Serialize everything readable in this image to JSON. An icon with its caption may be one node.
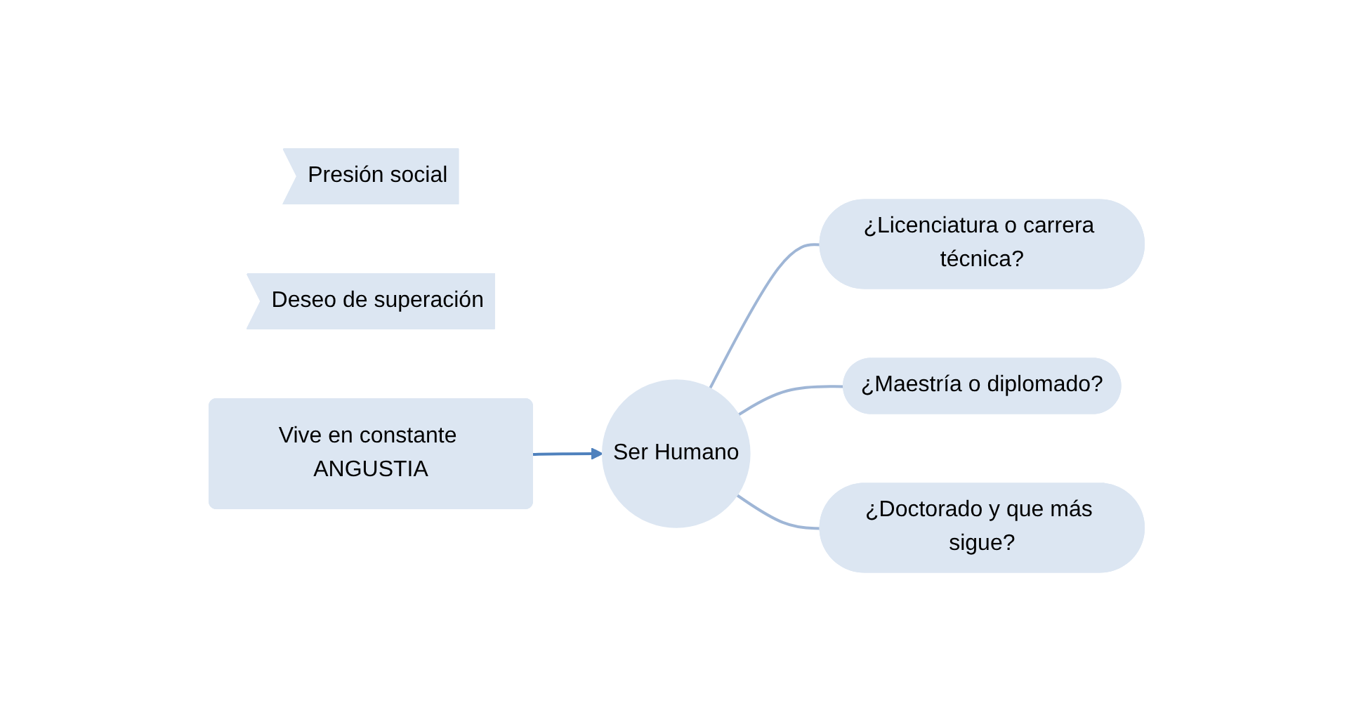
{
  "diagram": {
    "nodes": [
      {
        "text": [
          "Presión social"
        ]
      },
      {
        "text": [
          "Deseo de superación"
        ]
      },
      {
        "text": [
          "Ser Humano"
        ]
      },
      {
        "text": [
          "¿Licenciatura o carrera técnica?"
        ]
      },
      {
        "text": [
          "¿Maestría o diplomado?"
        ]
      },
      {
        "text": [
          "¿Doctorado y que más sigue?"
        ]
      },
      {
        "text": [
          "Vive en constante ANGUSTIA"
        ]
      }
    ],
    "edges": [
      {
        "from": 2,
        "to": 3,
        "arrow": "none"
      },
      {
        "from": 2,
        "to": 4,
        "arrow": "none"
      },
      {
        "from": 2,
        "to": 5,
        "arrow": "none"
      },
      {
        "from": 6,
        "to": 2,
        "arrow": "to",
        "color": "#4f81bd"
      }
    ]
  }
}
